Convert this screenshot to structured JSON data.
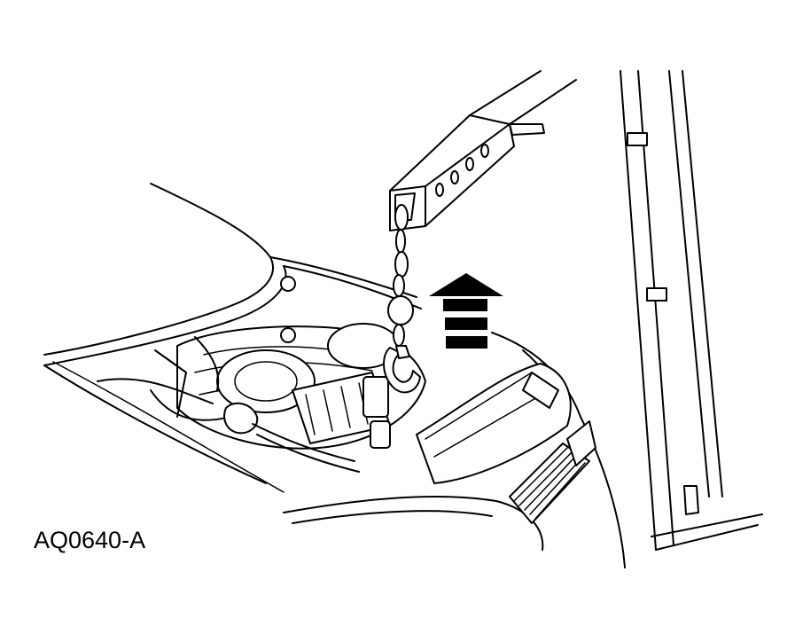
{
  "figure": {
    "code": "AQ0640-A"
  },
  "colors": {
    "line": "#000000",
    "background": "#ffffff"
  },
  "parts": {
    "lift_arrow": "up-arrow-icon",
    "hook": "lifting-hook",
    "chain": "lifting-chain",
    "crane_boom": "engine-crane-boom",
    "crane_mast": "engine-crane-mast",
    "engine": "engine",
    "hood": "raised-hood",
    "grille": "radiator-grille"
  }
}
